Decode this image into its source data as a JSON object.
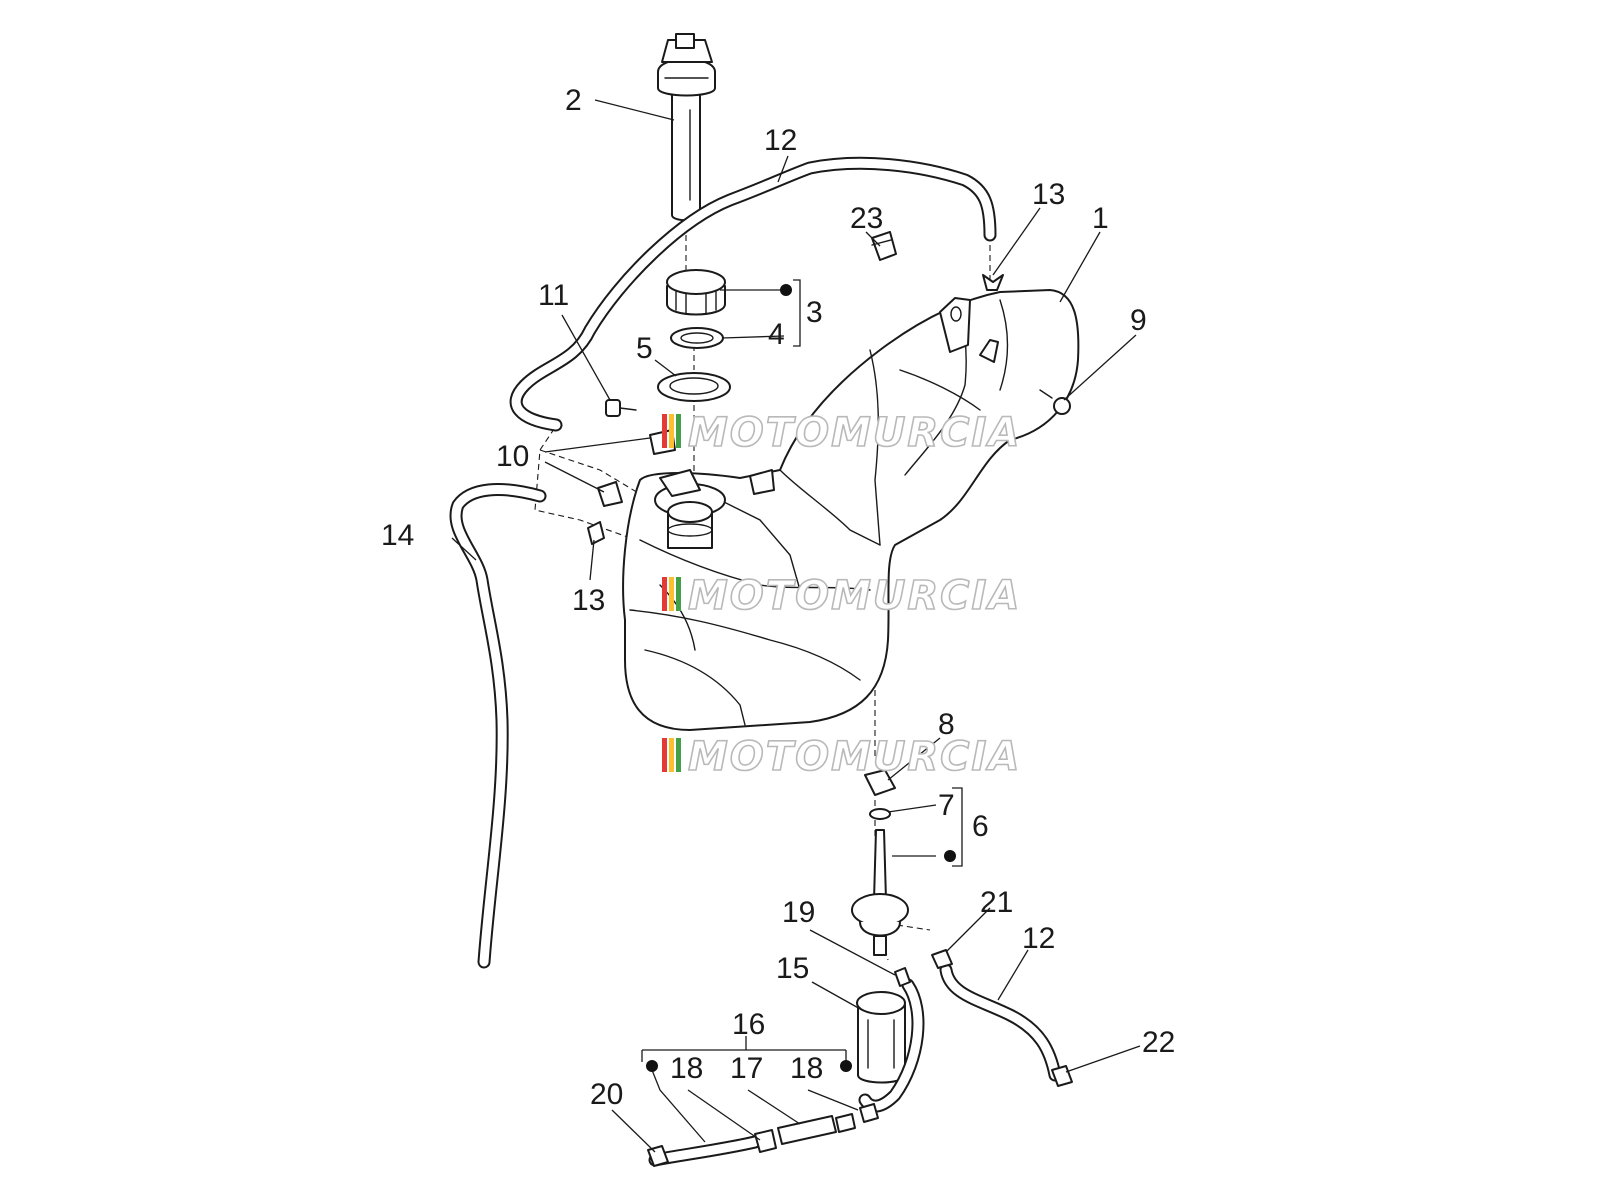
{
  "watermark": {
    "text": "MOTOMURCIA",
    "stripe_colors": [
      "#e53935",
      "#fbc02d",
      "#43a047"
    ]
  },
  "callouts": {
    "c1": "1",
    "c2": "2",
    "c3": "3",
    "c4": "4",
    "c5": "5",
    "c6": "6",
    "c7": "7",
    "c8": "8",
    "c9": "9",
    "c10": "10",
    "c11": "11",
    "c12a": "12",
    "c12b": "12",
    "c13a": "13",
    "c13b": "13",
    "c14": "14",
    "c15": "15",
    "c16": "16",
    "c17": "17",
    "c18a": "18",
    "c18b": "18",
    "c19": "19",
    "c20": "20",
    "c21": "21",
    "c22": "22",
    "c23": "23"
  }
}
